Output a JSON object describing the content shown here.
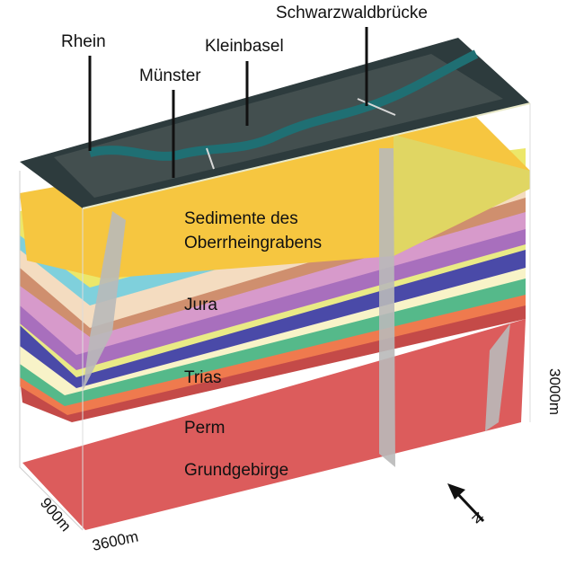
{
  "labels": {
    "rhein": "Rhein",
    "muenster": "Münster",
    "kleinbasel": "Kleinbasel",
    "schwarzwaldbruecke": "Schwarzwaldbrücke"
  },
  "layers": {
    "sediment": "Sedimente des",
    "sediment2": "Oberrheingrabens",
    "jura": "Jura",
    "trias": "Trias",
    "perm": "Perm",
    "grundgebirge": "Grundgebirge"
  },
  "dimensions": {
    "depth": "3000m",
    "width": "900m",
    "length": "3600m"
  },
  "north": "N",
  "colors": {
    "sediment": "#f6c640",
    "sediment_light": "#ece76a",
    "cyan": "#7fd0dc",
    "jura_peach": "#f4dcc0",
    "jura_brown": "#cf8f6e",
    "jura_pink": "#d79acb",
    "jura_purple": "#a86fbd",
    "trias_blue": "#4a4aa8",
    "trias_cream": "#f8f3c8",
    "trias_green": "#55b98a",
    "perm_orange": "#ef7a4e",
    "perm_red": "#c44a48",
    "grundgebirge": "#dc5c5c",
    "fault": "#b9b9b9",
    "map_dark": "#2d3b3d",
    "river": "#1f6f73"
  }
}
